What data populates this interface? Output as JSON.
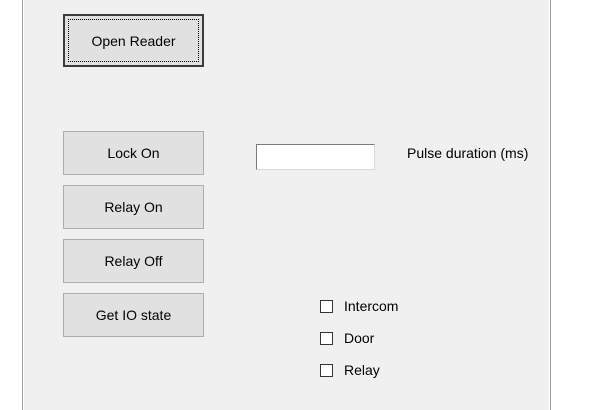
{
  "buttons": {
    "open_reader": "Open Reader",
    "lock_on": "Lock On",
    "relay_on": "Relay On",
    "relay_off": "Relay Off",
    "get_io_state": "Get IO state"
  },
  "pulse": {
    "value": "",
    "label": "Pulse duration (ms)"
  },
  "io_state": {
    "intercom": {
      "label": "Intercom",
      "checked": false
    },
    "door": {
      "label": "Door",
      "checked": false
    },
    "relay": {
      "label": "Relay",
      "checked": false
    }
  }
}
